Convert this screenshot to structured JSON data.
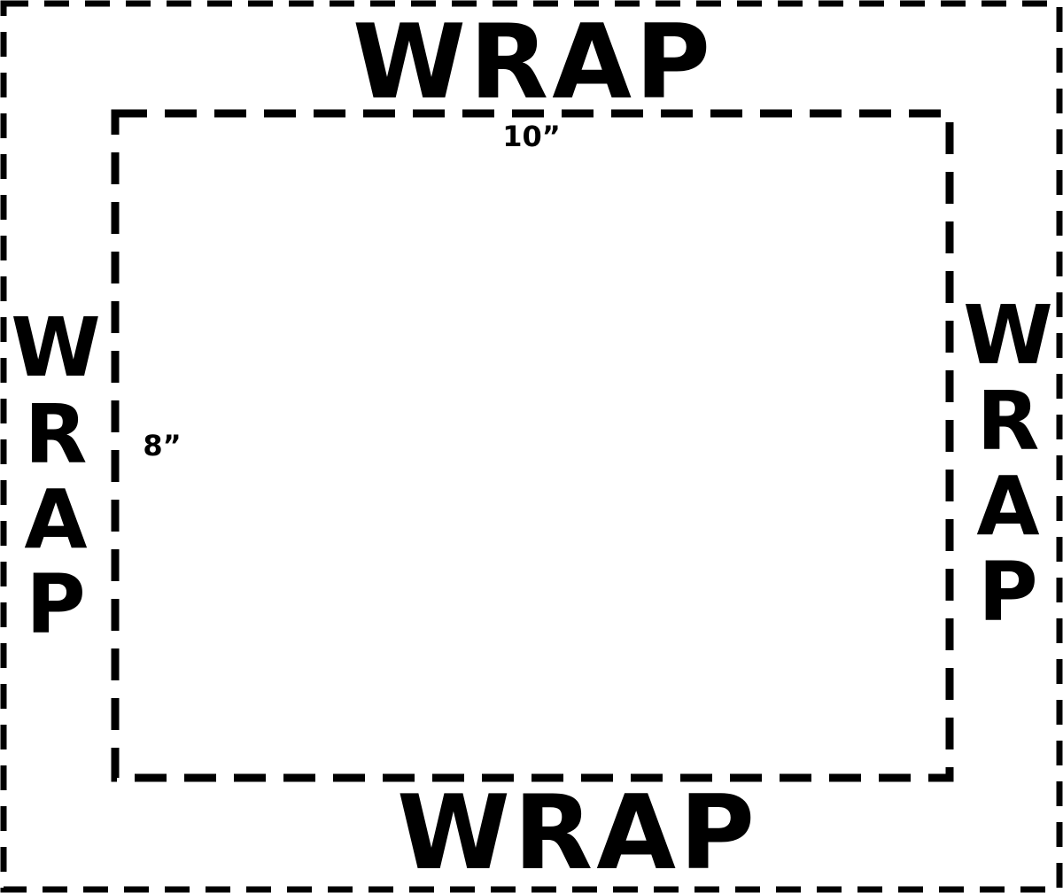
{
  "labels": {
    "wrap_top": "WRAP",
    "wrap_bottom": "WRAP",
    "wrap_left": [
      "W",
      "R",
      "A",
      "P"
    ],
    "wrap_right": [
      "W",
      "R",
      "A",
      "P"
    ],
    "width_dimension": "10”",
    "height_dimension": "8”"
  },
  "colors": {
    "ink": "#000000",
    "background": "#ffffff"
  }
}
